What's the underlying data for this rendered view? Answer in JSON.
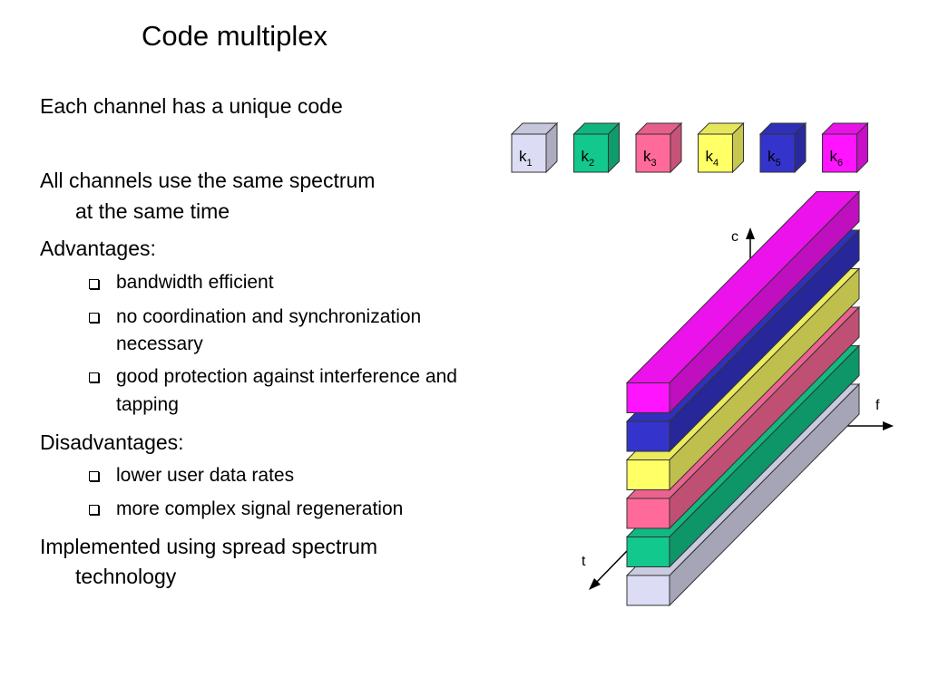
{
  "slide": {
    "title": "Code multiplex",
    "items": [
      "Each channel has a unique code",
      "All channels use the same spectrum",
      "at the same time",
      "Advantages:",
      "Disadvantages:",
      "Implemented using spread spectrum",
      "technology"
    ],
    "advantages": [
      "bandwidth efficient",
      "no coordination and synchronization",
      "necessary",
      "good protection against interference and",
      "tapping"
    ],
    "disadvantages": [
      "lower user data rates",
      "more complex signal regeneration"
    ]
  },
  "diagram": {
    "codes": [
      {
        "base": "k",
        "sub": "1",
        "color": "#dcdcf4"
      },
      {
        "base": "k",
        "sub": "2",
        "color": "#12c88c"
      },
      {
        "base": "k",
        "sub": "3",
        "color": "#ff6a9a"
      },
      {
        "base": "k",
        "sub": "4",
        "color": "#ffff66"
      },
      {
        "base": "k",
        "sub": "5",
        "color": "#3434cc"
      },
      {
        "base": "k",
        "sub": "6",
        "color": "#ff14ff"
      }
    ],
    "axes": {
      "c": "c",
      "f": "f",
      "t": "t"
    }
  }
}
